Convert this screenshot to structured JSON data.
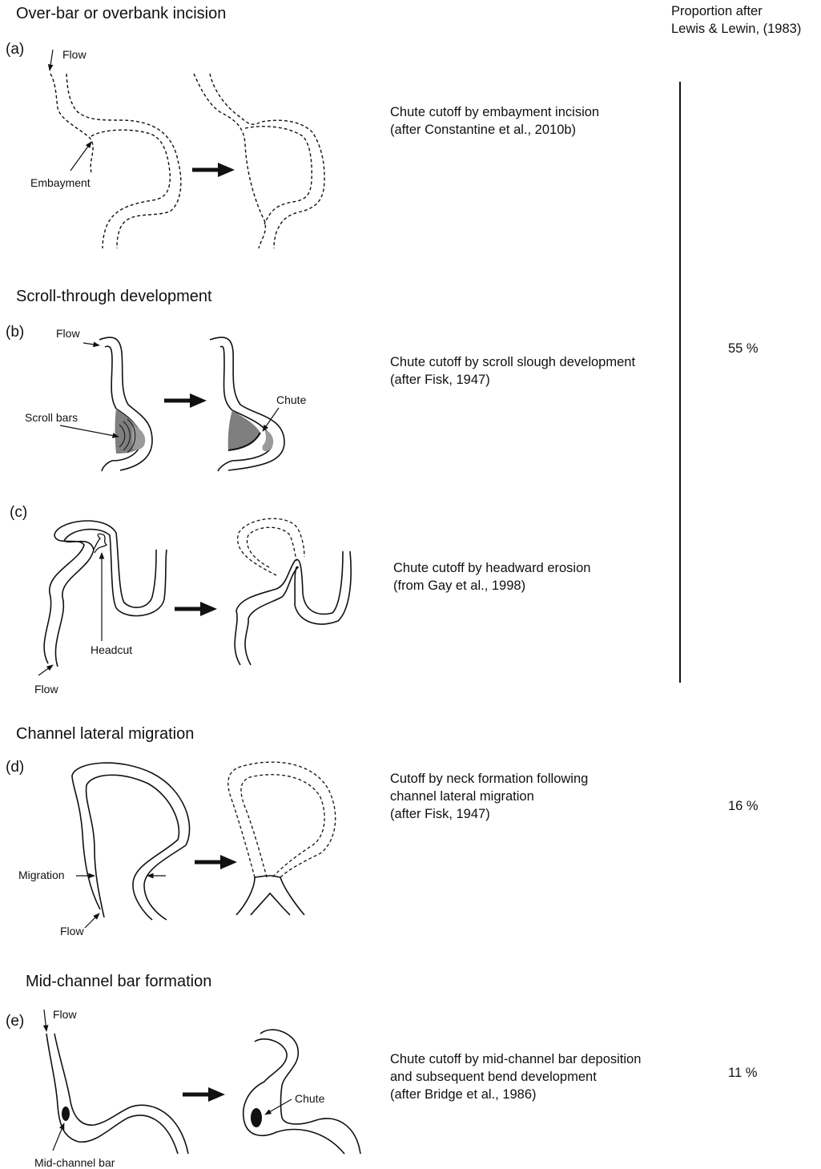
{
  "header": {
    "proportion_line1": "Proportion after",
    "proportion_line2": "Lewis & Lewin, (1983)"
  },
  "sections": {
    "over_bar": "Over-bar or overbank incision",
    "scroll": "Scroll-through development",
    "lateral": "Channel lateral migration",
    "mid_channel": "Mid-channel bar formation"
  },
  "panels": {
    "a": {
      "letter": "(a)",
      "labels": {
        "flow": "Flow",
        "embayment": "Embayment"
      },
      "desc": [
        "Chute cutoff by embayment incision",
        "(after Constantine et al., 2010b)"
      ]
    },
    "b": {
      "letter": "(b)",
      "labels": {
        "flow": "Flow",
        "scroll_bars": "Scroll bars",
        "chute": "Chute"
      },
      "desc": [
        "Chute cutoff by scroll slough development",
        "(after Fisk, 1947)"
      ]
    },
    "c": {
      "letter": "(c)",
      "labels": {
        "headcut": "Headcut",
        "flow": "Flow"
      },
      "desc": [
        "Chute cutoff by headward erosion",
        "(from Gay et al., 1998)"
      ]
    },
    "d": {
      "letter": "(d)",
      "labels": {
        "migration": "Migration",
        "flow": "Flow"
      },
      "desc": [
        "Cutoff by neck formation following",
        "channel lateral migration",
        "(after Fisk, 1947)"
      ]
    },
    "e": {
      "letter": "(e)",
      "labels": {
        "flow": "Flow",
        "chute": "Chute",
        "mid_channel_bar": "Mid-channel bar"
      },
      "desc": [
        "Chute cutoff by mid-channel bar deposition",
        "and subsequent bend development",
        "(after Bridge et al., 1986)"
      ]
    }
  },
  "proportions": {
    "chute_group": "55 %",
    "neck": "16 %",
    "mid_channel": "11 %"
  },
  "colors": {
    "line": "#111111",
    "bar_fill": "#7f7f7f",
    "bar_fill_light": "#9a9a9a"
  }
}
